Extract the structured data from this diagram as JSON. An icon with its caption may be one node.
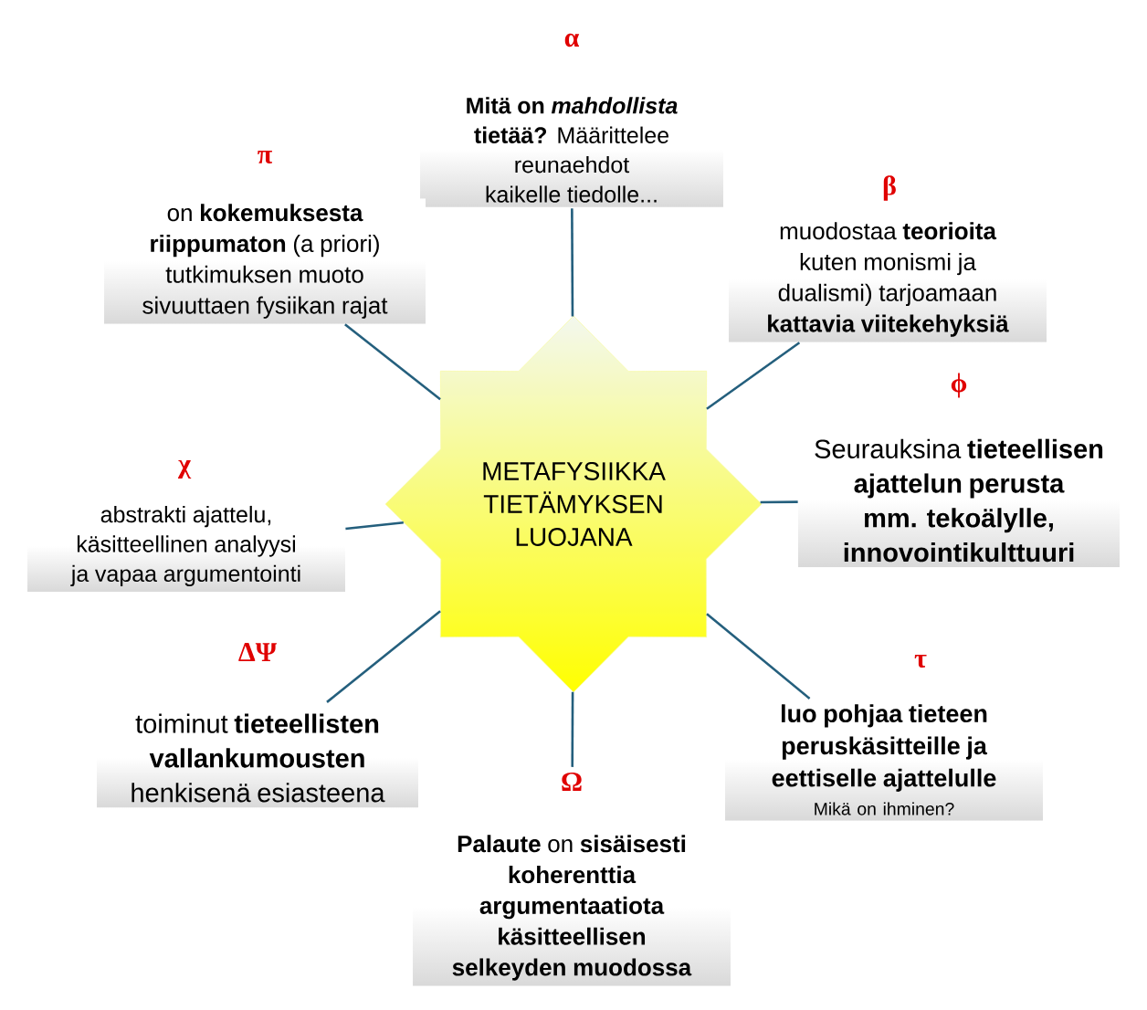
{
  "diagram": {
    "nodes": [
      {
        "text": [
          "METAFYSIIKKA TIETÄMYKSEN LUOJANA"
        ]
      },
      {
        "text": [
          "α",
          "**Mitä on *mahdollista* tietää?** Määrittelee reunaehdot kaikelle tiedolle..."
        ]
      },
      {
        "text": [
          "β",
          "muodostaa **teorioita** kuten monismi ja dualismi) tarjoamaan **kattavia viitekehyksiä**"
        ]
      },
      {
        "text": [
          "ϕ",
          "Seurauksina **tieteellisen ajattelun perusta mm. tekoälylle, innovointikulttuuri**"
        ]
      },
      {
        "text": [
          "τ",
          "luo pohjaa tieteen peruskäsitteille ja eettiselle ajattelulle",
          "Mikä on ihminen?"
        ]
      },
      {
        "text": [
          "Ω",
          "**Palaute** on **sisäisesti koherenttia argumentaatiota käsitteellisen selkeyden muodossa**"
        ]
      },
      {
        "text": [
          "ΔΨ",
          "toiminut **tieteellisten vallankumousten** henkisenä esiasteena"
        ]
      },
      {
        "text": [
          "χ",
          "abstrakti ajattelu, käsitteellinen analyysi ja vapaa argumentointi"
        ]
      },
      {
        "text": [
          "π",
          "on **kokemuksesta riippumaton** (a priori) tutkimuksen muoto sivuuttaen fysiikan rajat"
        ]
      }
    ],
    "edges": [
      {
        "from": 0,
        "to": 1,
        "arrow": "none"
      },
      {
        "from": 0,
        "to": 2,
        "arrow": "none"
      },
      {
        "from": 0,
        "to": 3,
        "arrow": "none"
      },
      {
        "from": 0,
        "to": 4,
        "arrow": "none"
      },
      {
        "from": 0,
        "to": 5,
        "arrow": "none"
      },
      {
        "from": 0,
        "to": 6,
        "arrow": "none"
      },
      {
        "from": 0,
        "to": 7,
        "arrow": "none"
      },
      {
        "from": 0,
        "to": 8,
        "arrow": "none"
      }
    ]
  }
}
